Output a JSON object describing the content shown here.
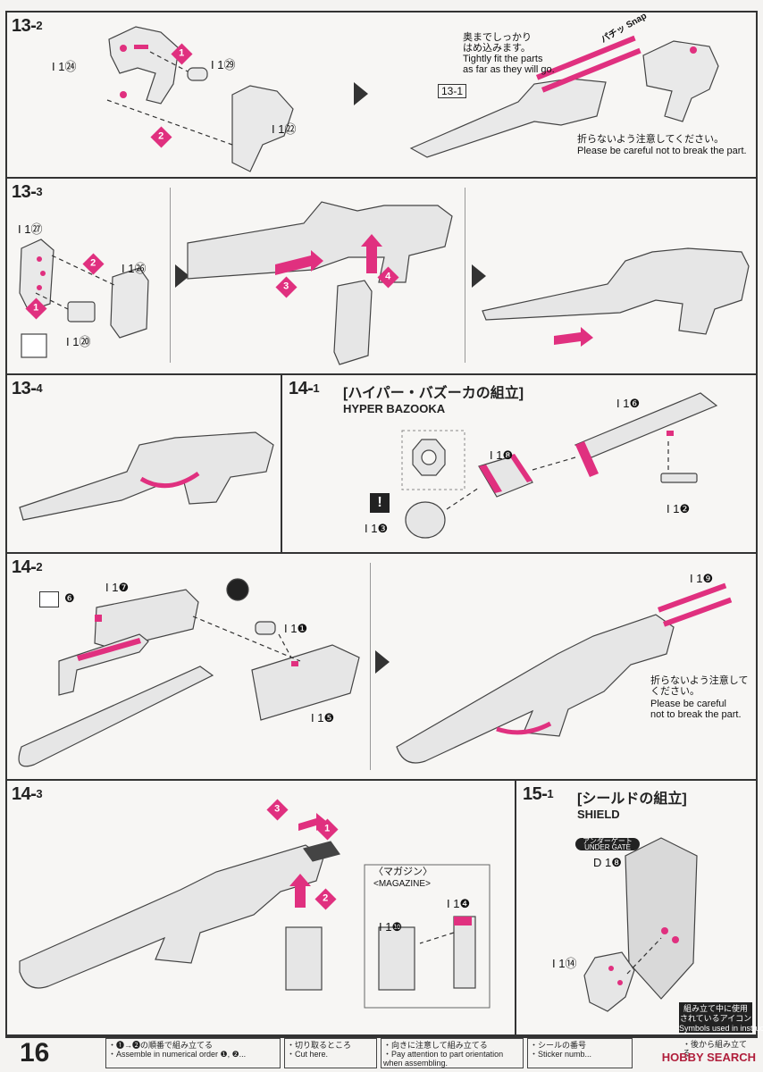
{
  "page_number": "16",
  "colors": {
    "accent": "#e0307f",
    "ink": "#333333"
  },
  "steps": {
    "s13_2": {
      "num": "13-",
      "sub": "2"
    },
    "s13_3": {
      "num": "13-",
      "sub": "3"
    },
    "s13_4": {
      "num": "13-",
      "sub": "4"
    },
    "s14_1": {
      "num": "14-",
      "sub": "1",
      "title_jp": "[ハイパー・バズーカの組立]",
      "title_en": "HYPER BAZOOKA"
    },
    "s14_2": {
      "num": "14-",
      "sub": "2"
    },
    "s14_3": {
      "num": "14-",
      "sub": "3"
    },
    "s15_1": {
      "num": "15-",
      "sub": "1",
      "title_jp": "[シールドの組立]",
      "title_en": "SHIELD"
    }
  },
  "notes": {
    "tight_jp": "奥までしっかり\nはめ込みます。",
    "tight_en": "Tightly fit the parts\nas far as they will go.",
    "snap": "パチッ Snap",
    "careful1_jp": "折らないよう注意してください。",
    "careful1_en": "Please be careful not to break the part.",
    "careful2_jp": "折らないよう注意して\nください。",
    "careful2_en": "Please be careful\nnot to break the part.",
    "ref13_1": "13-1",
    "magazine_jp": "〈マガジン〉",
    "magazine_en": "<MAGAZINE>",
    "under_gate_jp": "アンダーゲート",
    "under_gate_en": "UNDER GATE",
    "sidebox": "組み立て中に使用\nされているアイコン\nSymbols used in instructions"
  },
  "parts": {
    "p13_2_a": "I 1㉔",
    "p13_2_b": "I 1㉙",
    "p13_2_c": "I 1㉒",
    "p13_3_a": "I 1㉗",
    "p13_3_b": "I 1㉖",
    "p13_3_c": "I 1⑳",
    "p14_1_a": "I 1❻",
    "p14_1_b": "I 1❽",
    "p14_1_c": "I 1❷",
    "p14_1_d": "I 1❸",
    "p14_2_a": "I 1❼",
    "p14_2_b": "I 1❶",
    "p14_2_c": "I 1❺",
    "p14_2_d": "I 1❾",
    "p14_2_sticker": "❻",
    "p14_3_a": "I 1❿",
    "p14_3_b": "I 1❹",
    "p15_1_a": "D 1❽",
    "p15_1_b": "I 1⑭"
  },
  "badges": [
    "1",
    "2",
    "3",
    "4"
  ],
  "footer": {
    "f1_jp": "・❶→❷の順番で組み立てる",
    "f1_en": "・Assemble in numerical order ❶, ❷...",
    "f2_jp": "・切り取るところ",
    "f2_en": "・Cut here.",
    "f3_jp": "・向きに注意して組み立てる",
    "f3_en": "・Pay attention to part orientation\nwhen assembling.",
    "f4_jp": "・シールの番号",
    "f4_en": "・Sticker numb...",
    "f5_jp": "・後から組み立てる",
    "logo": "HOBBY SEARCH"
  }
}
